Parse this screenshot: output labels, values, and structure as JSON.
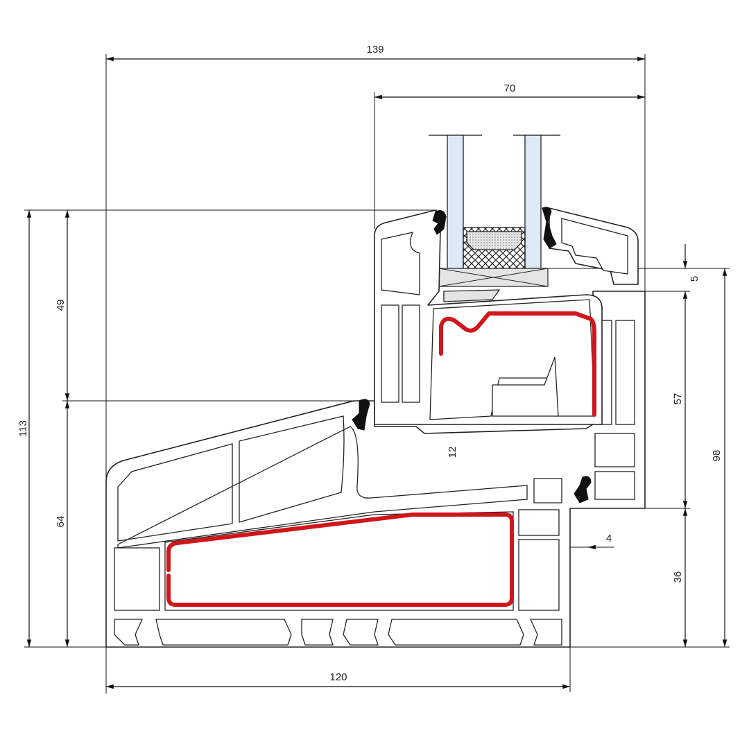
{
  "diagram": {
    "title": "Window profile cross-section",
    "dimensions": {
      "overall_width": "139",
      "sash_depth": "70",
      "left_upper_height": "49",
      "left_total_height": "113",
      "left_lower_height": "64",
      "glass_rebate_offset": "5",
      "frame_upper_height": "57",
      "right_total_height": "98",
      "gap_height": "12",
      "gasket_offset": "4",
      "frame_lower_height": "36",
      "frame_width": "120"
    },
    "colors": {
      "reinforcement": "#d0151b",
      "glass": "#dbeaf5",
      "gasket": "#111111",
      "setting_block": "#e4e4e4"
    }
  }
}
